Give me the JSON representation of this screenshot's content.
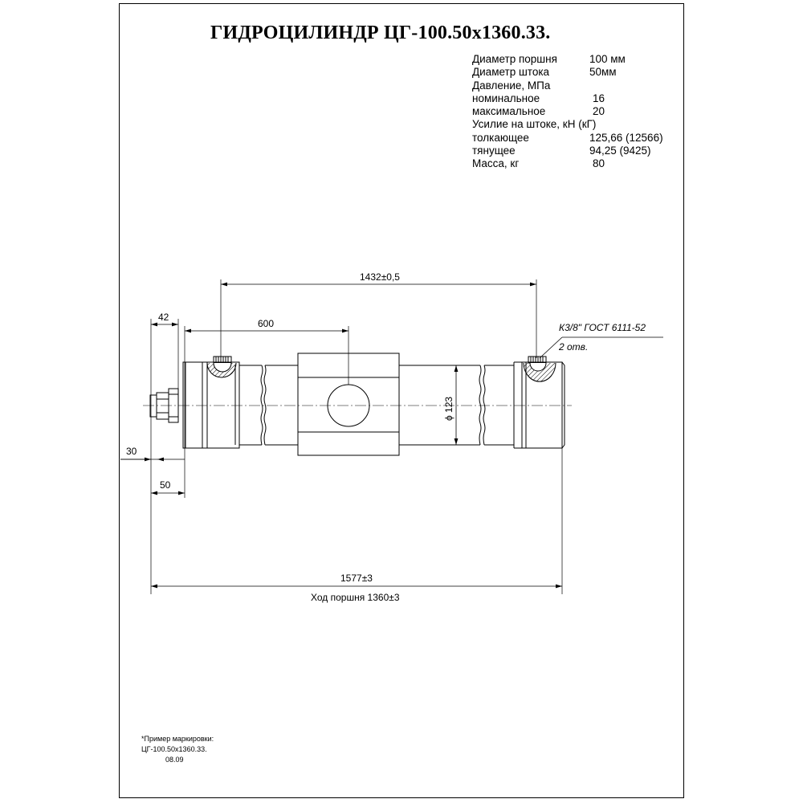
{
  "title": "ГИДРОЦИЛИНДР ЦГ-100.50х1360.33.",
  "specs": [
    {
      "label": "Диаметр поршня",
      "value": "100 мм"
    },
    {
      "label": "Диаметр штока",
      "value": "50мм"
    },
    {
      "label": "Давление, МПа",
      "value": ""
    },
    {
      "label": "номинальное",
      "value": "16"
    },
    {
      "label": "максимальное",
      "value": "20"
    },
    {
      "label": "Усилие на штоке, кН (кГ)",
      "value": ""
    },
    {
      "label": "толкающее",
      "value": "125,66 (12566)"
    },
    {
      "label": "тянущее",
      "value": "94,25 (9425)"
    },
    {
      "label": "Масса, кг",
      "value": "80"
    }
  ],
  "dimensions": {
    "port_spacing": "1432±0,5",
    "rod_offset": "42",
    "to_center_port": "600",
    "body_diameter": "ϕ 123",
    "rod_left": "30",
    "rod_length": "50",
    "overall_length": "1577±3",
    "stroke": "Ход поршня 1360±3"
  },
  "callout": {
    "thread": "К3/8\" ГОСТ 6111-52",
    "count": "2 отв."
  },
  "marking": {
    "line1": "*Пример маркировки:",
    "line2": "ЦГ-100.50х1360.33.",
    "line3": "08.09"
  }
}
